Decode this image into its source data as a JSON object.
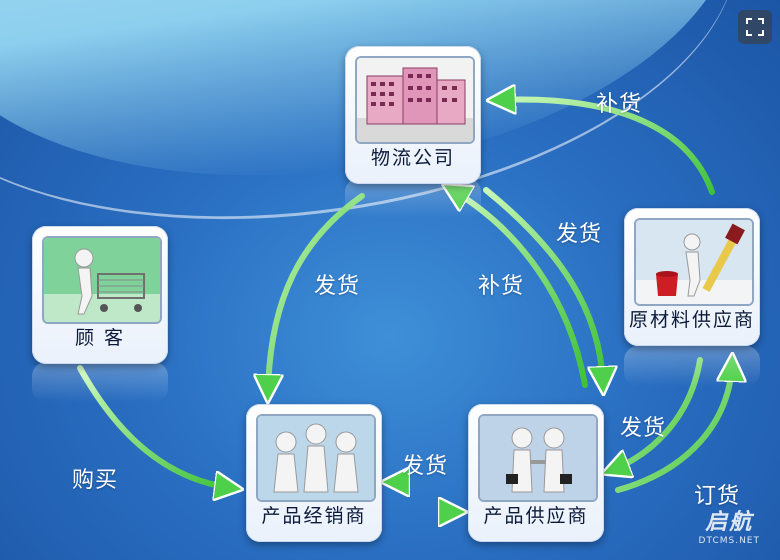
{
  "nodes": {
    "logistics": {
      "label": "物流公司"
    },
    "customer": {
      "label": "顾 客"
    },
    "distributor": {
      "label": "产品经销商"
    },
    "supplier": {
      "label": "产品供应商"
    },
    "raw_material": {
      "label": "原材料供应商"
    }
  },
  "edges": {
    "raw_to_logistics": "补货",
    "logistics_to_supplier": "发货",
    "logistics_to_distributor": "发货",
    "supplier_to_logistics": "补货",
    "raw_to_supplier": "发货",
    "supplier_to_raw": "订货",
    "supplier_to_distributor": "发货",
    "customer_to_distributor": "购买"
  },
  "watermark": {
    "brand": "启航",
    "site": "DTCMS.NET"
  },
  "colors": {
    "arrow": "#5fdc5a",
    "arrow_dark": "#2fa32c",
    "node_label": "#0b1a3a"
  }
}
